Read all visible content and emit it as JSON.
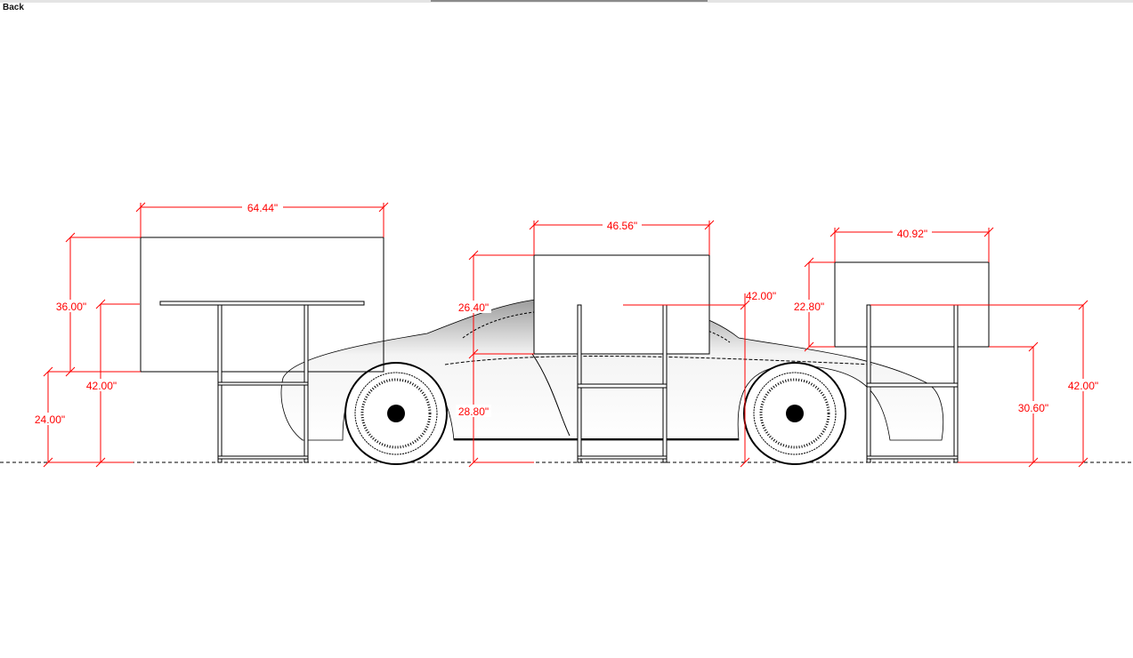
{
  "toolbar": {
    "back_label": "Back"
  },
  "dimensions": {
    "stand1": {
      "width": "64.44\"",
      "box_height": "36.00\"",
      "base_height": "24.00\"",
      "total_height": "42.00\""
    },
    "stand2": {
      "width": "46.56\"",
      "box_height": "26.40\"",
      "base_height": "28.80\"",
      "total_height": "42.00\""
    },
    "stand3": {
      "width": "40.92\"",
      "box_height": "22.80\"",
      "base_height": "30.60\"",
      "total_height": "42.00\""
    }
  },
  "colors": {
    "dimension": "#ff0000",
    "line": "#000000"
  }
}
